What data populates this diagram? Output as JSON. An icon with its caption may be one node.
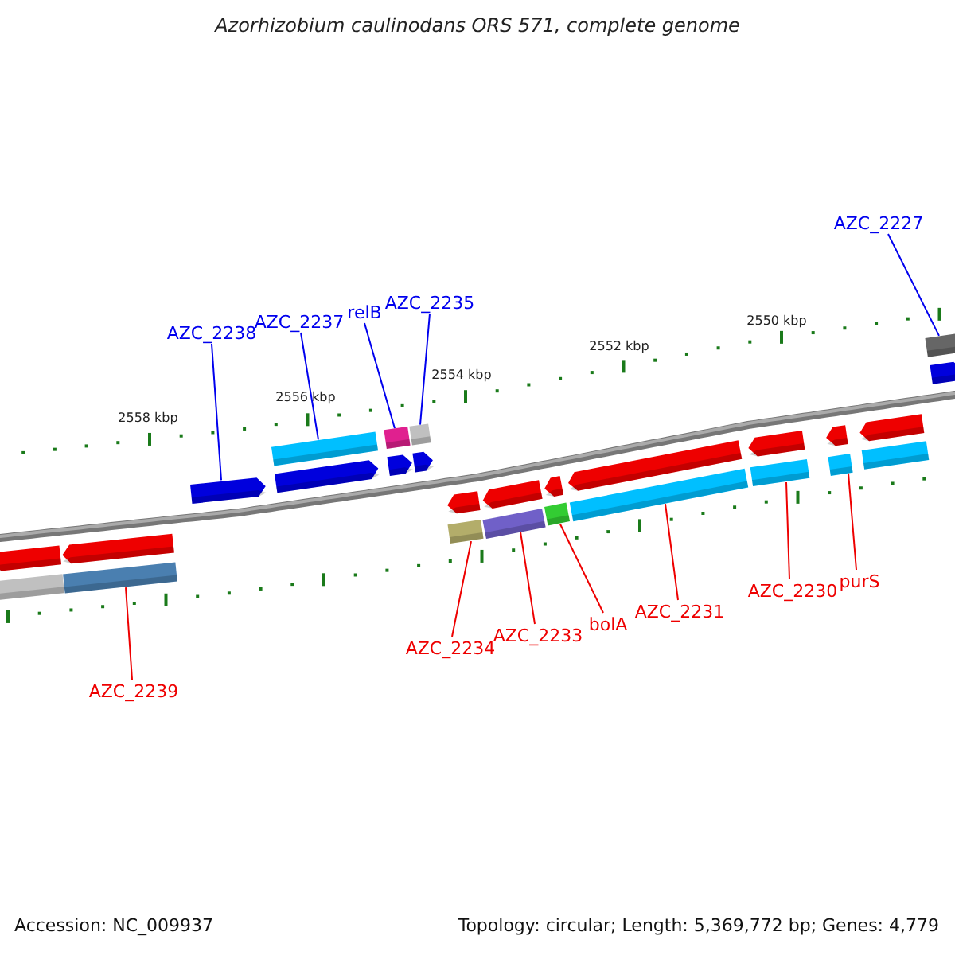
{
  "diagram": {
    "title": "Azorhizobium caulinodans ORS 571, complete genome",
    "nodes": [
      {
        "text": [
          "AZC_2238"
        ]
      },
      {
        "text": [
          "AZC_2237"
        ]
      },
      {
        "text": [
          "relB"
        ]
      },
      {
        "text": [
          "AZC_2235"
        ]
      },
      {
        "text": [
          "AZC_2227"
        ]
      },
      {
        "text": [
          "AZC_2239"
        ]
      },
      {
        "text": [
          "AZC_2234"
        ]
      },
      {
        "text": [
          "AZC_2233"
        ]
      },
      {
        "text": [
          "bolA"
        ]
      },
      {
        "text": [
          "AZC_2231"
        ]
      },
      {
        "text": [
          "AZC_2230"
        ]
      },
      {
        "text": [
          "purS"
        ]
      },
      {
        "text": [],
        "shape": "arrow"
      },
      {
        "text": [],
        "shape": "box"
      },
      {
        "text": [],
        "shape": "arrow"
      },
      {
        "text": [],
        "shape": "box"
      },
      {
        "text": [],
        "shape": "arrow"
      },
      {
        "text": [],
        "shape": "box"
      },
      {
        "text": [],
        "shape": "arrow"
      },
      {
        "text": [],
        "shape": "box"
      },
      {
        "text": [],
        "shape": "arrow"
      },
      {
        "text": [],
        "shape": "box"
      },
      {
        "text": [],
        "shape": "arrow"
      },
      {
        "text": [],
        "shape": "arrow"
      },
      {
        "text": [],
        "shape": "box"
      },
      {
        "text": [],
        "shape": "arrow"
      },
      {
        "text": [],
        "shape": "box"
      },
      {
        "text": [],
        "shape": "arrow"
      },
      {
        "text": [],
        "shape": "box"
      },
      {
        "text": [],
        "shape": "arrow"
      },
      {
        "text": [],
        "shape": "box"
      },
      {
        "text": [],
        "shape": "arrow"
      },
      {
        "text": [],
        "shape": "box"
      },
      {
        "text": [],
        "shape": "arrow"
      },
      {
        "text": [],
        "shape": "box"
      },
      {
        "text": [],
        "shape": "arrow"
      },
      {
        "text": [],
        "shape": "box"
      },
      {
        "text": [],
        "shape": "box"
      },
      {
        "text": [],
        "shape": "arrow"
      }
    ],
    "edges": [
      {
        "from": 0,
        "to": 16,
        "arrow": "none",
        "color": "#0000ee"
      },
      {
        "from": 1,
        "to": 17,
        "arrow": "none",
        "color": "#0000ee"
      },
      {
        "from": 2,
        "to": 19,
        "arrow": "none",
        "color": "#0000ee"
      },
      {
        "from": 3,
        "to": 21,
        "arrow": "none",
        "color": "#0000ee"
      },
      {
        "from": 4,
        "to": 37,
        "arrow": "none",
        "color": "#0000ee"
      },
      {
        "from": 5,
        "to": 15,
        "arrow": "none"
      },
      {
        "from": 6,
        "to": 24,
        "arrow": "none"
      },
      {
        "from": 7,
        "to": 26,
        "arrow": "none"
      },
      {
        "from": 8,
        "to": 28,
        "arrow": "none"
      },
      {
        "from": 9,
        "to": 30,
        "arrow": "none"
      },
      {
        "from": 10,
        "to": 32,
        "arrow": "none"
      },
      {
        "from": 11,
        "to": 34,
        "arrow": "none"
      }
    ],
    "labels": [
      "2558 kbp",
      "2556 kbp",
      "2554 kbp",
      "2552 kbp",
      "2550 kbp",
      "Accession: NC_009937",
      "Topology: circular; Length: 5,369,772 bp; Genes: 4,779"
    ]
  }
}
